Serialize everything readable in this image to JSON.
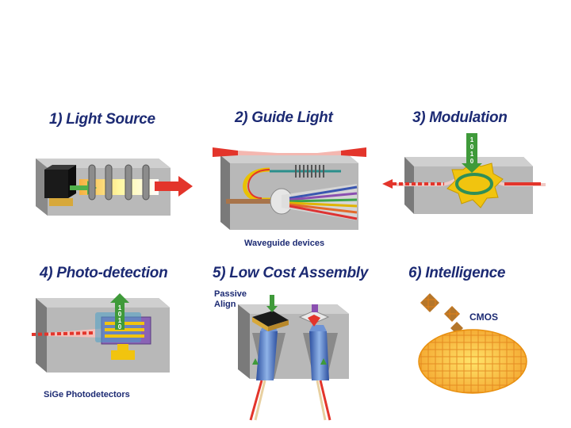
{
  "panels": [
    {
      "title": "1) Light Source"
    },
    {
      "title": "2) Guide Light",
      "caption": "Waveguide devices"
    },
    {
      "title": "3) Modulation",
      "bits": [
        "1",
        "0",
        "1",
        "0"
      ]
    },
    {
      "title": "4)  Photo-detection",
      "caption": "SiGe Photodetectors",
      "bits": [
        "1",
        "0",
        "1",
        "0"
      ]
    },
    {
      "title": "5) Low Cost Assembly",
      "label_line1": "Passive",
      "label_line2": "Align"
    },
    {
      "title": "6)  Intelligence",
      "label": "CMOS"
    }
  ],
  "colors": {
    "title_text": "#1c2a73",
    "platform_top": "#bdbdbd",
    "platform_side": "#7f7f7f",
    "laser_red": "#e3352b",
    "bit_green": "#3f9a3a",
    "modulator_yellow": "#f1c40f",
    "wafer_orange": "#f3a12a"
  }
}
